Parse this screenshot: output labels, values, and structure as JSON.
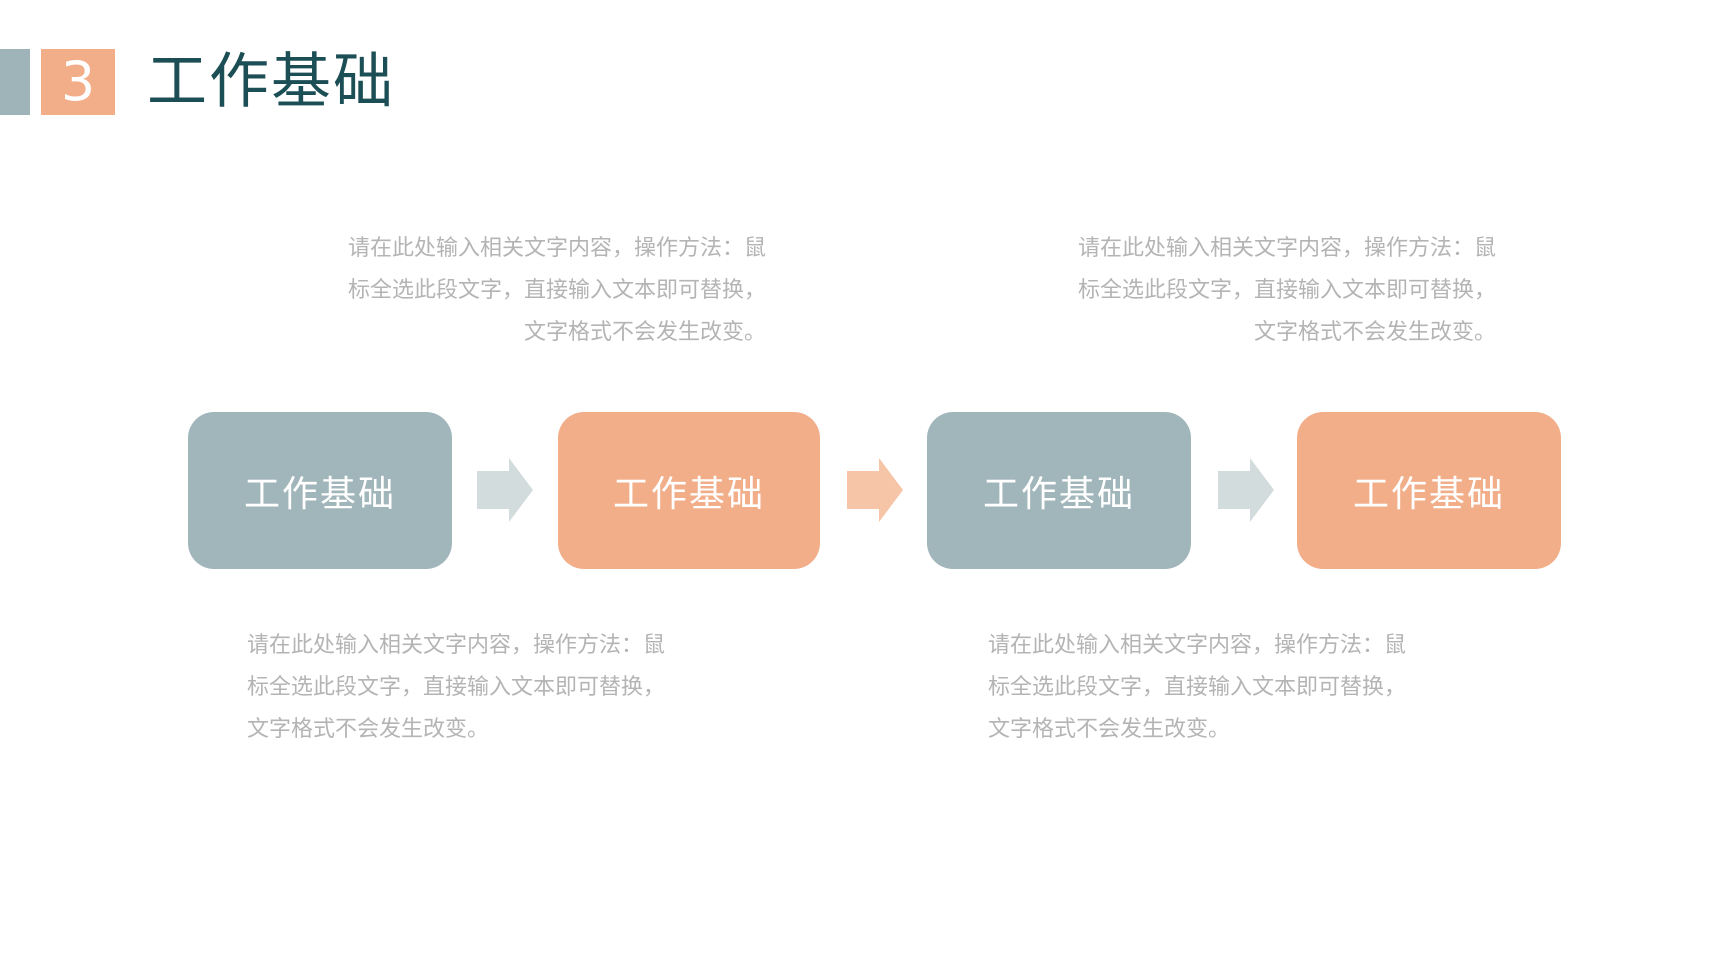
{
  "header": {
    "section_number": "3",
    "title": "工作基础"
  },
  "colors": {
    "gray": "#a1b6ba",
    "orange": "#f2ae88",
    "arrow_gray": "#d3dcdd",
    "arrow_orange": "#f6c4a6",
    "title": "#1c4f55",
    "text": "#b4b4b4"
  },
  "steps": [
    {
      "label": "工作基础"
    },
    {
      "label": "工作基础"
    },
    {
      "label": "工作基础"
    },
    {
      "label": "工作基础"
    }
  ],
  "descriptions": {
    "top_left": {
      "line1": "请在此处输入相关文字内容，操作方法：鼠",
      "line2": "标全选此段文字，直接输入文本即可替换，",
      "line3": "文字格式不会发生改变。"
    },
    "top_right": {
      "line1": "请在此处输入相关文字内容，操作方法：鼠",
      "line2": "标全选此段文字，直接输入文本即可替换，",
      "line3": "文字格式不会发生改变。"
    },
    "bottom_left": {
      "line1": "请在此处输入相关文字内容，操作方法：鼠",
      "line2": "标全选此段文字，直接输入文本即可替换，",
      "line3": "文字格式不会发生改变。"
    },
    "bottom_right": {
      "line1": "请在此处输入相关文字内容，操作方法：鼠",
      "line2": "标全选此段文字，直接输入文本即可替换，",
      "line3": "文字格式不会发生改变。"
    }
  }
}
